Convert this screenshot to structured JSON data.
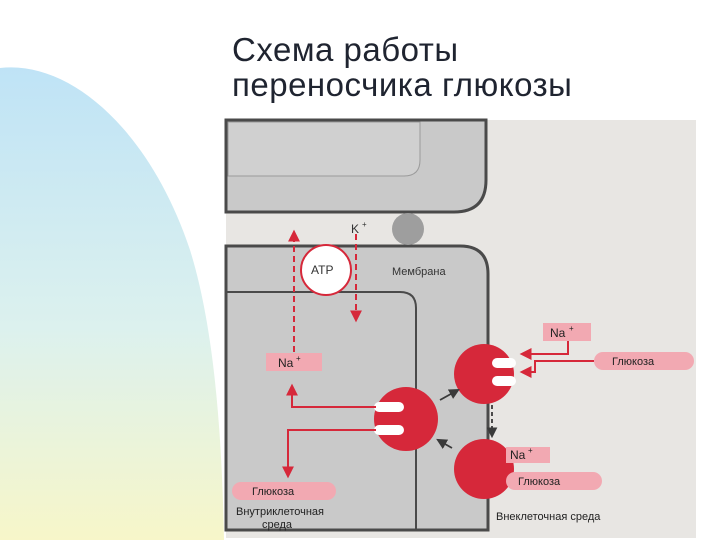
{
  "slide": {
    "title_line1": "Схема работы",
    "title_line2": "переносчика глюкозы"
  },
  "diagram": {
    "labels": {
      "k_ion": "K",
      "atp": "ATP",
      "membrane": "Мембрана",
      "na_out": "Na",
      "na_in": "Na",
      "na_lower": "Na",
      "glucose_outside": "Глюкоза",
      "glucose_lower": "Глюкоза",
      "glucose_inside": "Глюкоза",
      "intracellular_line1": "Внутриклеточная",
      "intracellular_line2": "среда",
      "extracellular": "Внеклеточная среда"
    },
    "colors": {
      "accent_red": "#d6283a",
      "label_pink": "#f2a9b2",
      "cell_gray": "#c9c9c9",
      "membrane_dark": "#4a4a4a"
    }
  }
}
